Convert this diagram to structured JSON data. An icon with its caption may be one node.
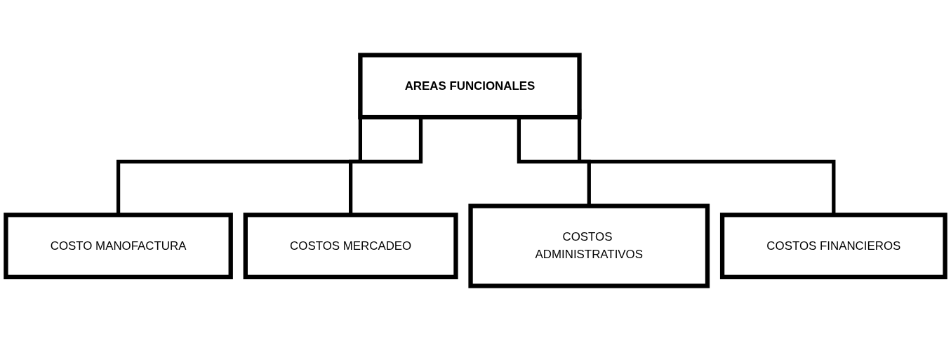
{
  "diagram": {
    "nodes": [
      {
        "text": [
          "AREAS FUNCIONALES"
        ]
      },
      {
        "text": [
          "COSTO MANOFACTURA"
        ]
      },
      {
        "text": [
          "COSTOS MERCADEO"
        ]
      },
      {
        "text": [
          "COSTOS ADMINISTRATIVOS"
        ]
      },
      {
        "text": [
          "COSTOS FINANCIEROS"
        ]
      }
    ],
    "edges": [
      {
        "from": 0,
        "to": 1,
        "arrow": "none"
      },
      {
        "from": 0,
        "to": 2,
        "arrow": "none"
      },
      {
        "from": 0,
        "to": 3,
        "arrow": "none"
      },
      {
        "from": 0,
        "to": 4,
        "arrow": "none"
      }
    ]
  }
}
